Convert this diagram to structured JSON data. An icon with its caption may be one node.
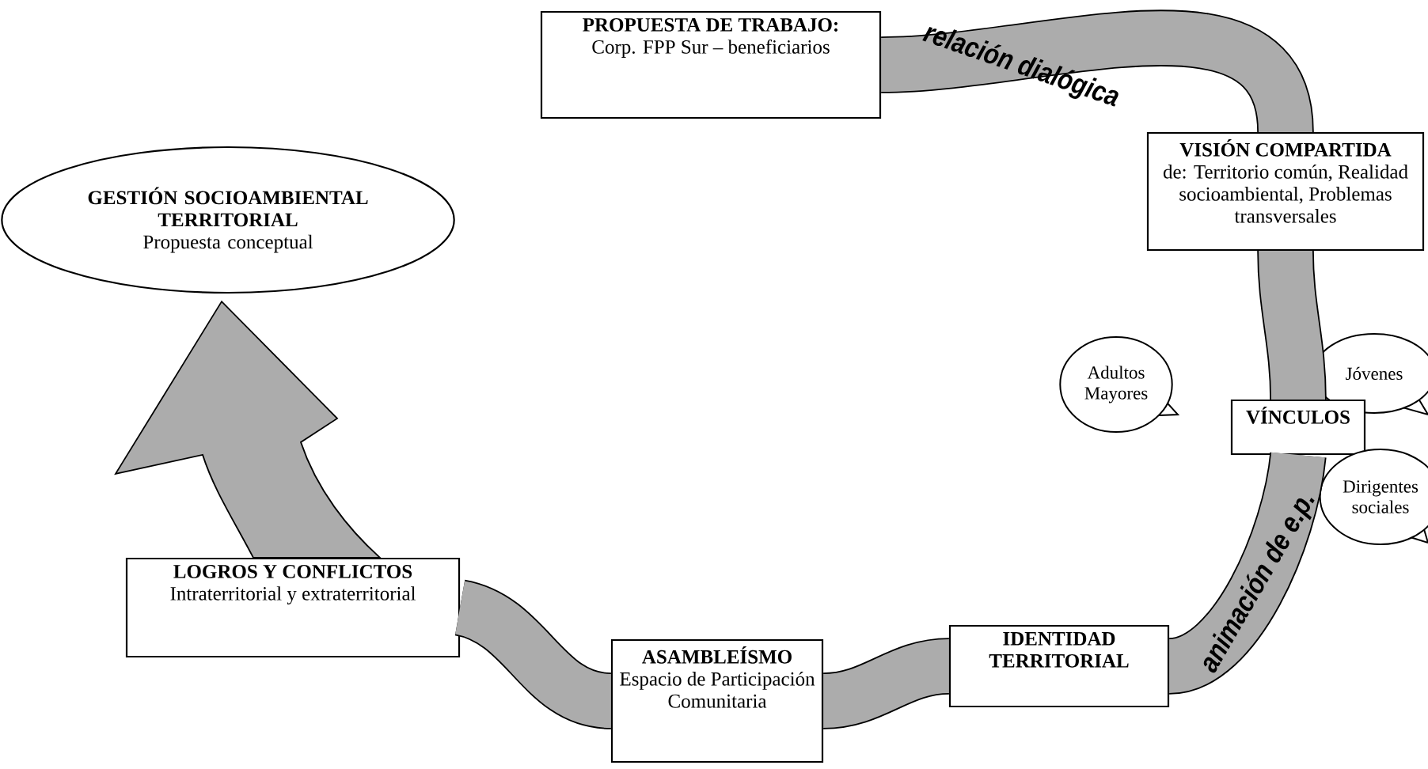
{
  "diagram": {
    "nodes": [
      {
        "text": [
          "PROPUESTA DE TRABAJO:",
          "Corp. FPP Sur – beneficiarios"
        ]
      },
      {
        "text": [
          "VISIÓN COMPARTIDA",
          "de: Territorio común, Realidad socioambiental, Problemas transversales"
        ]
      },
      {
        "text": [
          "Adultos Mayores"
        ]
      },
      {
        "text": [
          "Jóvenes"
        ]
      },
      {
        "text": [
          "VÍNCULOS"
        ]
      },
      {
        "text": [
          "Dirigentes sociales"
        ]
      },
      {
        "text": [
          "IDENTIDAD TERRITORIAL"
        ]
      },
      {
        "text": [
          "ASAMBLEÍSMO",
          "Espacio de Participación Comunitaria"
        ]
      },
      {
        "text": [
          "LOGROS Y CONFLICTOS",
          "Intraterritorial y extraterritorial"
        ]
      },
      {
        "text": [
          "GESTIÓN SOCIOAMBIENTAL TERRITORIAL",
          "Propuesta conceptual"
        ]
      }
    ],
    "edges": [
      {
        "from": 0,
        "to": 1,
        "arrow": "none",
        "label": "relación dialógica"
      },
      {
        "from": 1,
        "to": 4,
        "arrow": "none"
      },
      {
        "from": 4,
        "to": 6,
        "arrow": "none",
        "label": "animación de e.p."
      },
      {
        "from": 6,
        "to": 7,
        "arrow": "none"
      },
      {
        "from": 7,
        "to": 8,
        "arrow": "none"
      },
      {
        "from": 8,
        "to": 9,
        "arrow": "to",
        "color": "#acacac"
      }
    ]
  }
}
